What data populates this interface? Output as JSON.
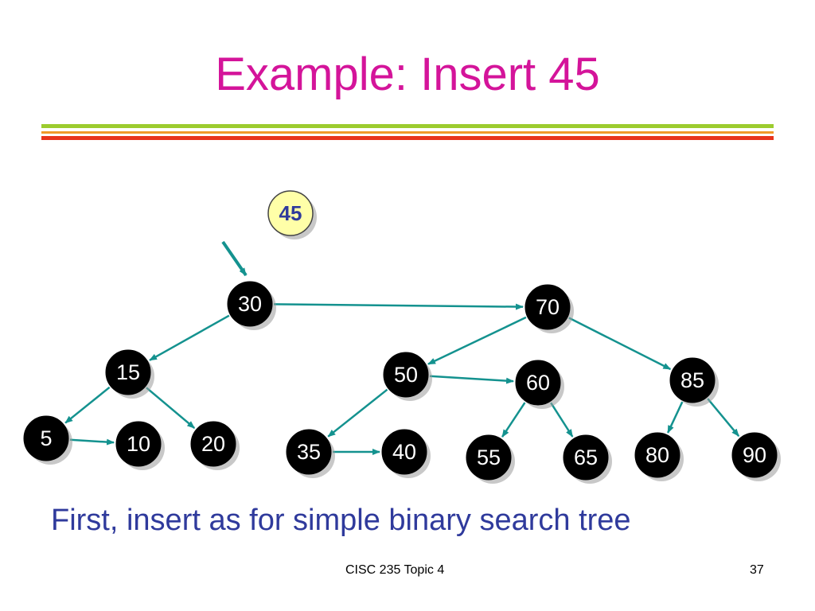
{
  "slide": {
    "title": "Example:  Insert 45",
    "caption": "First, insert as for simple binary search tree",
    "footer": "CISC 235 Topic 4",
    "page_number": "37"
  },
  "colors": {
    "title": "#d4149a",
    "caption": "#2f3a9c",
    "edge": "#14928f",
    "node_fill": "#000000",
    "node_text": "#ffffff",
    "new_node_fill": "#ffffa8",
    "new_node_text": "#2f3a9c"
  },
  "diagram": {
    "new_node": "45",
    "nodes": [
      {
        "id": "n30",
        "label": "30"
      },
      {
        "id": "n70",
        "label": "70"
      },
      {
        "id": "n15",
        "label": "15"
      },
      {
        "id": "n50",
        "label": "50"
      },
      {
        "id": "n60",
        "label": "60"
      },
      {
        "id": "n85",
        "label": "85"
      },
      {
        "id": "n5",
        "label": "5"
      },
      {
        "id": "n10",
        "label": "10"
      },
      {
        "id": "n20",
        "label": "20"
      },
      {
        "id": "n35",
        "label": "35"
      },
      {
        "id": "n40",
        "label": "40"
      },
      {
        "id": "n55",
        "label": "55"
      },
      {
        "id": "n65",
        "label": "65"
      },
      {
        "id": "n80",
        "label": "80"
      },
      {
        "id": "n90",
        "label": "90"
      }
    ],
    "edges": [
      {
        "from": "n30",
        "to": "n70"
      },
      {
        "from": "n30",
        "to": "n15"
      },
      {
        "from": "n15",
        "to": "n5"
      },
      {
        "from": "n15",
        "to": "n20"
      },
      {
        "from": "n5",
        "to": "n10"
      },
      {
        "from": "n70",
        "to": "n50"
      },
      {
        "from": "n70",
        "to": "n85"
      },
      {
        "from": "n50",
        "to": "n60"
      },
      {
        "from": "n50",
        "to": "n35"
      },
      {
        "from": "n35",
        "to": "n40"
      },
      {
        "from": "n60",
        "to": "n55"
      },
      {
        "from": "n60",
        "to": "n65"
      },
      {
        "from": "n85",
        "to": "n80"
      },
      {
        "from": "n85",
        "to": "n90"
      }
    ]
  }
}
